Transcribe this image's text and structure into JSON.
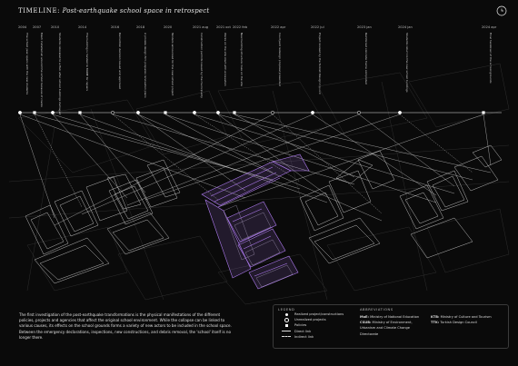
{
  "header": {
    "title_main": "TIMELINE:",
    "title_sub": "Post-earthquake school space in retrospect"
  },
  "colors": {
    "background": "#0a0a0a",
    "line": "#e6e6e6",
    "accent": "#b07cf2"
  },
  "years": [
    "2004",
    "2007",
    "2010",
    "2014",
    "2016",
    "2018",
    "2020",
    "2021 aug",
    "2021 oct",
    "2022 feb",
    "2022 apr",
    "2022 jul",
    "2023 jan",
    "2024 jan",
    "2024 apr"
  ],
  "events": [
    "The school year opens with the new students",
    "Mesh installed all around the school because of cracks",
    "Students relocated to a Hub after school buildings damaged",
    "The building is handed to MoNE for repairs",
    "Demolition decision issued and approved",
    "A private design firm prepares renovation plans",
    "Tenders announced for the new school project",
    "Construction permits issued by the municipality",
    "Works on the site start with excavation",
    "New building structure rises on the site",
    "Courtyard redesign proposal presented",
    "Project revised by the Turkish Design Council",
    "Reinforced concrete frame completed",
    "Students return to the new school buildings",
    "Final handover of the school grounds"
  ],
  "description": "The first investigation of the post-earthquake transformations is the physical manifestations of the different policies, projects and agencies that affect the original school environment. While the collapse can be linked to various causes, its effects on the school grounds forms a variety of new actors to be included in the school space. Between the emergency declarations, inspections, new constructions, and debris removal, the 'school' itself is no longer there.",
  "legend": {
    "heading": "LEGEND",
    "items": [
      {
        "label": "Realized project/constructions",
        "symbol": "dot",
        "color": "#ffffff"
      },
      {
        "label": "Unrealized projects",
        "symbol": "dot-hollow",
        "color": "#ffffff"
      },
      {
        "label": "Policies",
        "symbol": "square",
        "color": "#ffffff"
      },
      {
        "label": "Direct link",
        "symbol": "line",
        "color": "#ffffff"
      },
      {
        "label": "Indirect link",
        "symbol": "line-arrow",
        "color": "#ffffff"
      }
    ]
  },
  "abbreviations": {
    "heading": "ABBREVIATIONS",
    "col1": [
      {
        "abbr": "MoE:",
        "text": "Ministry of National Education"
      },
      {
        "abbr": "CSUB:",
        "text": "Ministry of Environment,"
      },
      {
        "abbr": "",
        "text": "Urbanism and Climate Change"
      },
      {
        "abbr": "",
        "text": "Directorate"
      }
    ],
    "col2": [
      {
        "abbr": "KTB:",
        "text": "Ministry of Culture and Tourism"
      },
      {
        "abbr": "TTK:",
        "text": "Turkish Design Council"
      }
    ]
  }
}
